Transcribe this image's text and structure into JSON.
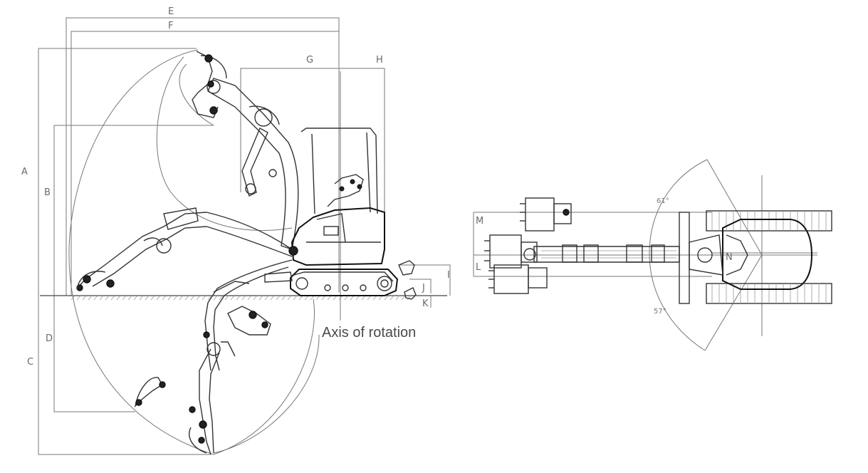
{
  "labels": {
    "A": "A",
    "B": "B",
    "C": "C",
    "D": "D",
    "E": "E",
    "F": "F",
    "G": "G",
    "H": "H",
    "I": "I",
    "J": "J",
    "K": "K",
    "L": "L",
    "M": "M",
    "N": "N"
  },
  "axis_label": "Axis of rotation",
  "angles": {
    "top": "61°",
    "bottom": "57°"
  }
}
